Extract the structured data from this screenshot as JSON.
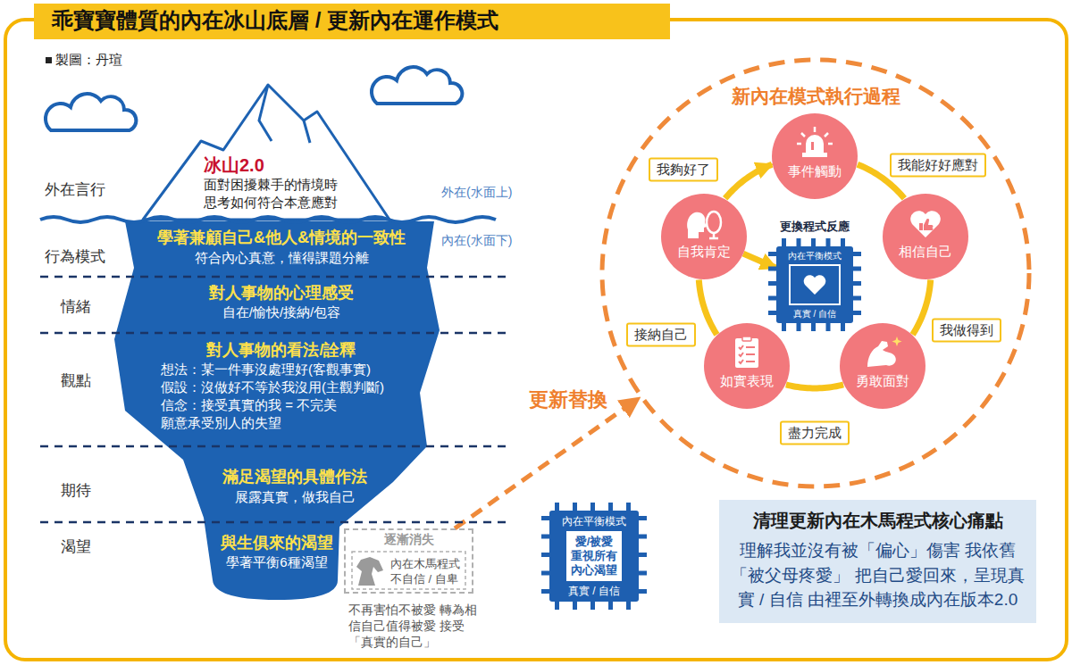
{
  "diagram": {
    "title": "乖寶寶體質的內在冰山底層 / 更新內在運作模式",
    "nodes": [
      {
        "text": [
          "冰山2.0",
          "面對困擾棘手的情境時 思考如何符合本意應對",
          "學著兼顧自己&他人&情境的一致性",
          "符合內心真意，懂得課題分離",
          "對人事物的心理感受",
          "自在/愉快/接納/包容",
          "對人事物的看法/詮釋",
          "想法：某一件事沒處理好(客觀事實)",
          "假設：沒做好不等於我沒用(主觀判斷)",
          "信念：接受真實的我 = 不完美 願意承受別人的失望",
          "滿足渴望的具體作法",
          "展露真實，做我自己",
          "與生俱來的渴望",
          "學著平衡6種渴望"
        ]
      },
      {
        "text": [
          "逐漸消失",
          "內在木馬程式 不自信 / 自卑"
        ]
      },
      {
        "text": [
          "新內在模式執行過程"
        ]
      },
      {
        "text": [
          "事件觸動"
        ],
        "in": 2
      },
      {
        "text": [
          "相信自己"
        ],
        "in": 2
      },
      {
        "text": [
          "勇敢面對"
        ],
        "in": 2
      },
      {
        "text": [
          "如實表現"
        ],
        "in": 2
      },
      {
        "text": [
          "自我肯定"
        ],
        "in": 2
      },
      {
        "text": [
          "內在平衡模式",
          "真實 / 自信"
        ],
        "in": 2
      },
      {
        "text": [
          "內在平衡模式",
          "愛/被愛 重視所有 內心渴望",
          "真實 / 自信"
        ]
      },
      {
        "text": [
          "清理更新內在木馬程式核心痛點",
          "理解我並沒有被「偏心」傷害 我依舊「被父母疼愛」 把自己愛回來，呈現真實 / 自信 由裡至外轉換成內在版本2.0"
        ]
      }
    ],
    "edges": [
      {
        "from": 1,
        "to": 2,
        "label": "更新替換",
        "arrow": "to"
      },
      {
        "from": 3,
        "to": 4,
        "label": "我能好好應對",
        "arrow": "none"
      },
      {
        "from": 4,
        "to": 5,
        "label": "我做得到",
        "arrow": "none"
      },
      {
        "from": 5,
        "to": 6,
        "label": "盡力完成",
        "arrow": "none"
      },
      {
        "from": 6,
        "to": 7,
        "label": "接納自己",
        "arrow": "none"
      },
      {
        "from": 7,
        "to": 3,
        "label": "我夠好了",
        "arrow": "to"
      },
      {
        "from": 7,
        "to": 8,
        "label": "更換程式反應",
        "arrow": "to"
      }
    ],
    "labels": [
      "製圖：丹瑄",
      "外在言行",
      "行為模式",
      "情緒",
      "觀點",
      "期待",
      "渴望",
      "外在(水面上)",
      "內在(水面下)",
      "不再害怕不被愛 轉為相信自己值得被愛 接受「真實的自己」"
    ]
  }
}
